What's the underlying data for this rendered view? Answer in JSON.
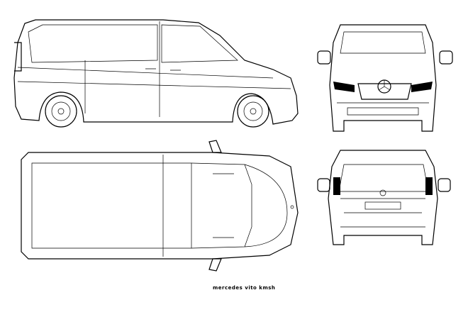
{
  "caption": "mercedes vito kmsh",
  "views": [
    "side-view",
    "front-view",
    "top-view",
    "rear-view"
  ],
  "colors": {
    "line": "#000000",
    "background": "#ffffff"
  }
}
